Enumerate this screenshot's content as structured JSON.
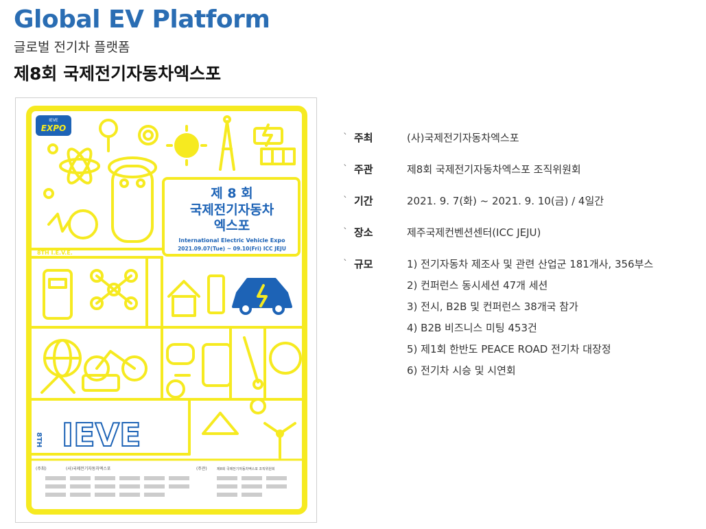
{
  "header": {
    "brand": "Global EV Platform",
    "subtitle": "글로벌 전기차 플랫폼",
    "title": "제8회 국제전기자동차엑스포"
  },
  "poster": {
    "logo_text": "EXPO",
    "logo_badge": "IEVE",
    "headline_1": "제 8 회",
    "headline_2": "국제전기자동차",
    "headline_3": "엑스포",
    "english_title": "International Electric Vehicle Expo",
    "dates": "2021.09.07(Tue) ~ 09.10(Fri) ICC JEJU",
    "edition_label": "8TH I.E.V.E.",
    "big_logo": "IEVE",
    "big_logo_prefix": "8TH",
    "host_label": "(주최)",
    "host_name": "(사)국제전기자동차엑스포",
    "organizer_label": "(주관)",
    "organizer_name": "제8회 국제전기자동차엑스포 조직위원회",
    "colors": {
      "yellow": "#f6ea20",
      "blue": "#1d63b6",
      "grey": "#555555"
    }
  },
  "info": {
    "rows": [
      {
        "label": "주최",
        "value": "(사)국제전기자동차엑스포"
      },
      {
        "label": "주관",
        "value": "제8회 국제전기자동차엑스포 조직위원회"
      },
      {
        "label": "기간",
        "value": "2021. 9. 7(화) ~ 2021. 9. 10(금) / 4일간"
      },
      {
        "label": "장소",
        "value": "제주국제컨벤션센터(ICC JEJU)"
      }
    ],
    "scale_label": "규모",
    "scale_items": [
      "1) 전기자동차 제조사 및 관련 산업군 181개사, 356부스",
      "2) 컨퍼런스 동시세션 47개 세션",
      "3) 전시, B2B 및 컨퍼런스 38개국 참가",
      "4) B2B 비즈니스 미팅 453건",
      "5) 제1회 한반도 PEACE ROAD 전기차 대장정",
      "6) 전기차 시승 및 시연회"
    ],
    "bullet": "ˋ"
  }
}
